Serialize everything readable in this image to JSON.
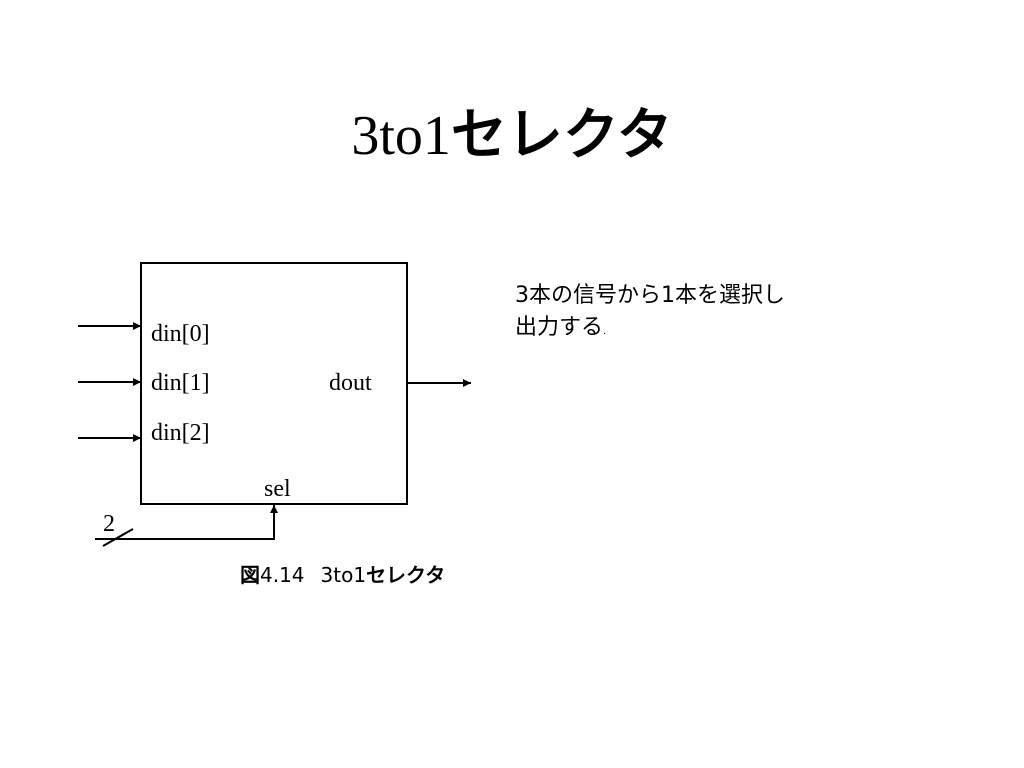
{
  "slide": {
    "title_latin": "3to1",
    "title_jp": "セレクタ"
  },
  "diagram": {
    "inputs": [
      "din[0]",
      "din[1]",
      "din[2]"
    ],
    "output": "dout",
    "select": "sel",
    "bus_width": "2"
  },
  "description": {
    "line1": "3本の信号から1本を選択し",
    "line2": "出力する",
    "period": "."
  },
  "caption": {
    "figure_label": "図",
    "number": "4.14",
    "name_latin": "3to1",
    "name_jp": "セレクタ"
  }
}
